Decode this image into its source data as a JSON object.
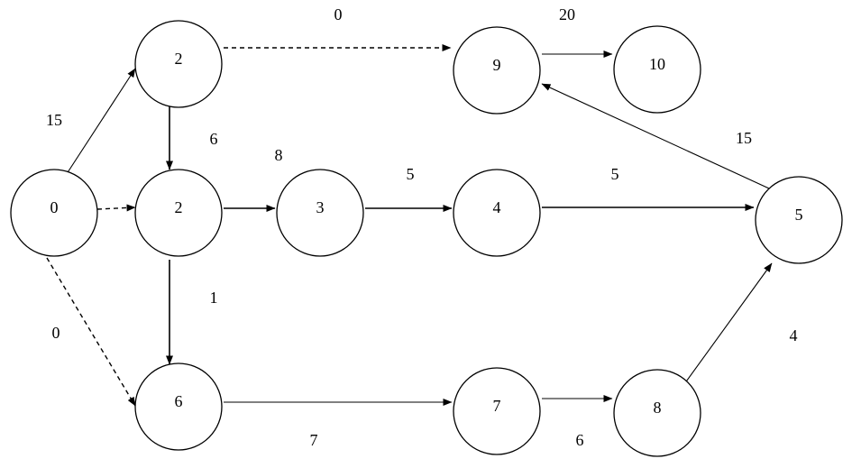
{
  "nodes": [
    {
      "id": "n0",
      "label": "0"
    },
    {
      "id": "n2a",
      "label": "2"
    },
    {
      "id": "n2b",
      "label": "2"
    },
    {
      "id": "n3",
      "label": "3"
    },
    {
      "id": "n4",
      "label": "4"
    },
    {
      "id": "n5",
      "label": "5"
    },
    {
      "id": "n6",
      "label": "6"
    },
    {
      "id": "n7",
      "label": "7"
    },
    {
      "id": "n8",
      "label": "8"
    },
    {
      "id": "n9",
      "label": "9"
    },
    {
      "id": "n10",
      "label": "10"
    }
  ],
  "edges": [
    {
      "id": "e-0-2a",
      "from": "n0",
      "to": "n2a",
      "label": "15",
      "style": "thin"
    },
    {
      "id": "e-0-2b",
      "from": "n0",
      "to": "n2b",
      "label": "",
      "style": "dashed"
    },
    {
      "id": "e-0-6",
      "from": "n0",
      "to": "n6",
      "label": "0",
      "style": "dashed"
    },
    {
      "id": "e-2a-9",
      "from": "n2a",
      "to": "n9",
      "label": "0",
      "style": "dashed"
    },
    {
      "id": "e-2a-2b",
      "from": "n2a",
      "to": "n2b",
      "label": "6",
      "style": "solid"
    },
    {
      "id": "e-2b-3",
      "from": "n2b",
      "to": "n3",
      "label": "8",
      "style": "solid"
    },
    {
      "id": "e-2b-6",
      "from": "n2b",
      "to": "n6",
      "label": "1",
      "style": "solid"
    },
    {
      "id": "e-3-4",
      "from": "n3",
      "to": "n4",
      "label": "5",
      "style": "solid"
    },
    {
      "id": "e-4-5",
      "from": "n4",
      "to": "n5",
      "label": "5",
      "style": "solid"
    },
    {
      "id": "e-5-9",
      "from": "n5",
      "to": "n9",
      "label": "15",
      "style": "thin"
    },
    {
      "id": "e-9-10",
      "from": "n9",
      "to": "n10",
      "label": "20",
      "style": "thin"
    },
    {
      "id": "e-6-7",
      "from": "n6",
      "to": "n7",
      "label": "7",
      "style": "thin"
    },
    {
      "id": "e-7-8",
      "from": "n7",
      "to": "n8",
      "label": "6",
      "style": "thin"
    },
    {
      "id": "e-8-5",
      "from": "n8",
      "to": "n5",
      "label": "4",
      "style": "thin"
    }
  ]
}
